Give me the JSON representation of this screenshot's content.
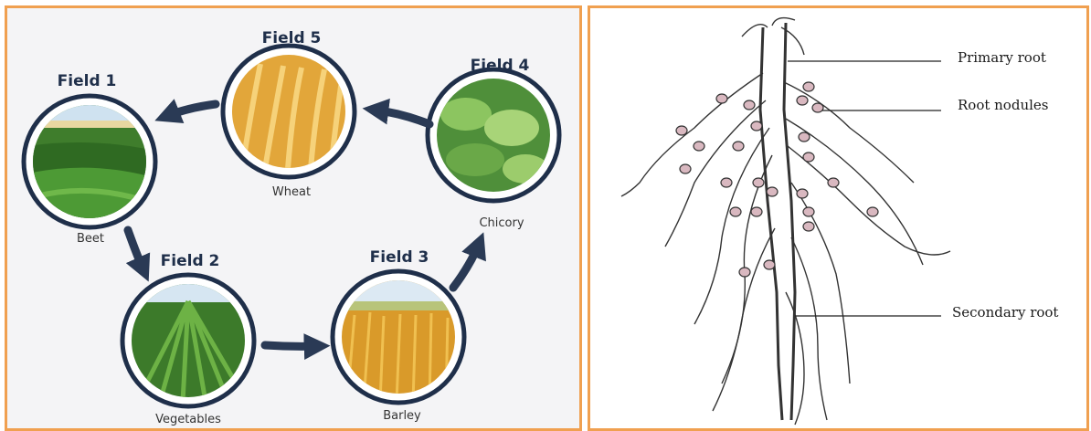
{
  "rotation": {
    "fields": [
      {
        "title": "Field 1",
        "crop": "Beet"
      },
      {
        "title": "Field 2",
        "crop": "Vegetables"
      },
      {
        "title": "Field 3",
        "crop": "Barley"
      },
      {
        "title": "Field 4",
        "crop": "Chicory"
      },
      {
        "title": "Field 5",
        "crop": "Wheat"
      }
    ]
  },
  "roots": {
    "labels": {
      "primary": "Primary root",
      "nodules": "Root nodules",
      "secondary": "Secondary root"
    }
  },
  "colors": {
    "border": "#f0a050",
    "ring": "#1f2f4a",
    "arrow": "#2a3a55"
  }
}
